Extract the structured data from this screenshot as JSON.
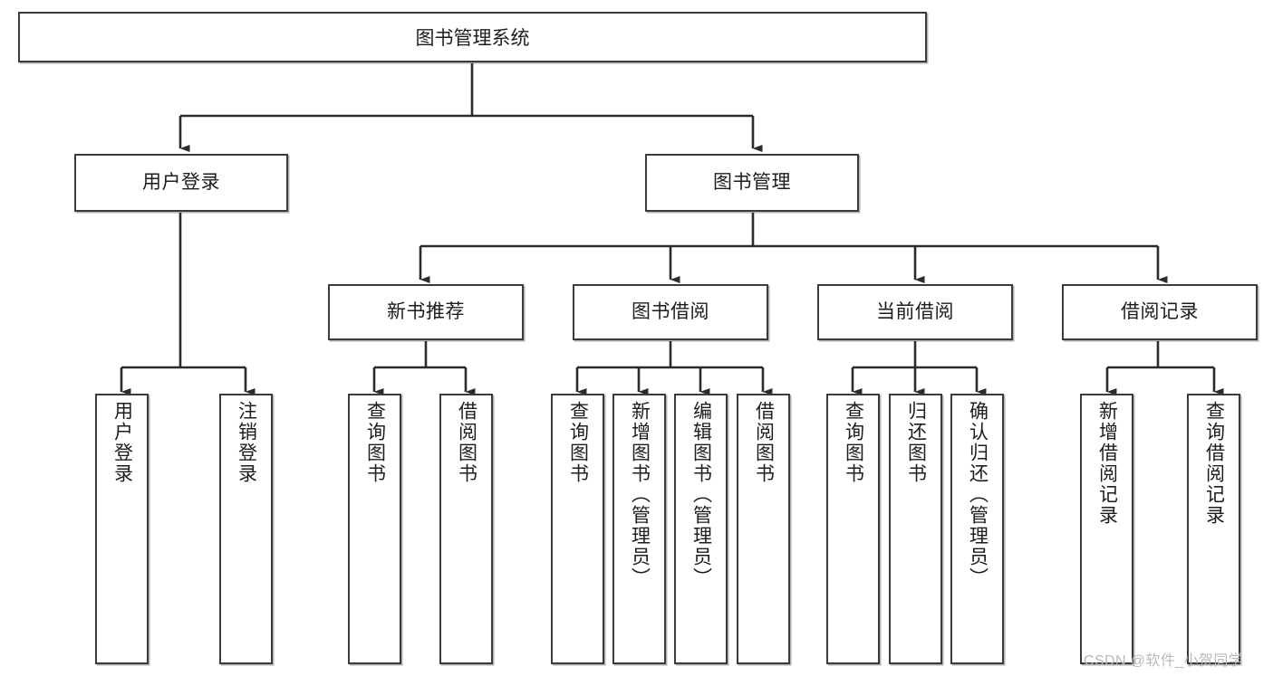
{
  "diagram": {
    "type": "tree-hierarchy",
    "title": "图书管理系统",
    "watermark": "CSDN @软件_小贺同学",
    "colors": {
      "box_border": "#3b3b3b",
      "box_fill": "#ffffff",
      "line": "#2b2b2b",
      "text": "#1d1d1d",
      "watermark": "#b9b9b9"
    },
    "levels": {
      "root": {
        "label": "图书管理系统"
      },
      "level2": [
        {
          "id": "user-login",
          "label": "用户登录"
        },
        {
          "id": "book-manage",
          "label": "图书管理"
        }
      ],
      "level3": [
        {
          "id": "new-book-rec",
          "label": "新书推荐"
        },
        {
          "id": "book-borrow",
          "label": "图书借阅"
        },
        {
          "id": "current-borrow",
          "label": "当前借阅"
        },
        {
          "id": "borrow-record",
          "label": "借阅记录"
        }
      ],
      "leaves": [
        {
          "id": "leaf-user-login",
          "label": "用户登录",
          "parent": "user-login"
        },
        {
          "id": "leaf-logout-login",
          "label": "注销登录",
          "parent": "user-login"
        },
        {
          "id": "leaf-query-book-1",
          "label": "查询图书",
          "parent": "new-book-rec"
        },
        {
          "id": "leaf-borrow-book-1",
          "label": "借阅图书",
          "parent": "new-book-rec"
        },
        {
          "id": "leaf-query-book-2",
          "label": "查询图书",
          "parent": "book-borrow"
        },
        {
          "id": "leaf-add-book",
          "label": "新增图书（管理员）",
          "parent": "book-borrow"
        },
        {
          "id": "leaf-edit-book",
          "label": "编辑图书（管理员）",
          "parent": "book-borrow"
        },
        {
          "id": "leaf-borrow-book-2",
          "label": "借阅图书",
          "parent": "book-borrow"
        },
        {
          "id": "leaf-query-book-3",
          "label": "查询图书",
          "parent": "current-borrow"
        },
        {
          "id": "leaf-return-book",
          "label": "归还图书",
          "parent": "current-borrow"
        },
        {
          "id": "leaf-confirm-return",
          "label": "确认归还（管理员）",
          "parent": "current-borrow"
        },
        {
          "id": "leaf-add-record",
          "label": "新增借阅记录",
          "parent": "borrow-record"
        },
        {
          "id": "leaf-query-record",
          "label": "查询借阅记录",
          "parent": "borrow-record"
        }
      ]
    }
  }
}
